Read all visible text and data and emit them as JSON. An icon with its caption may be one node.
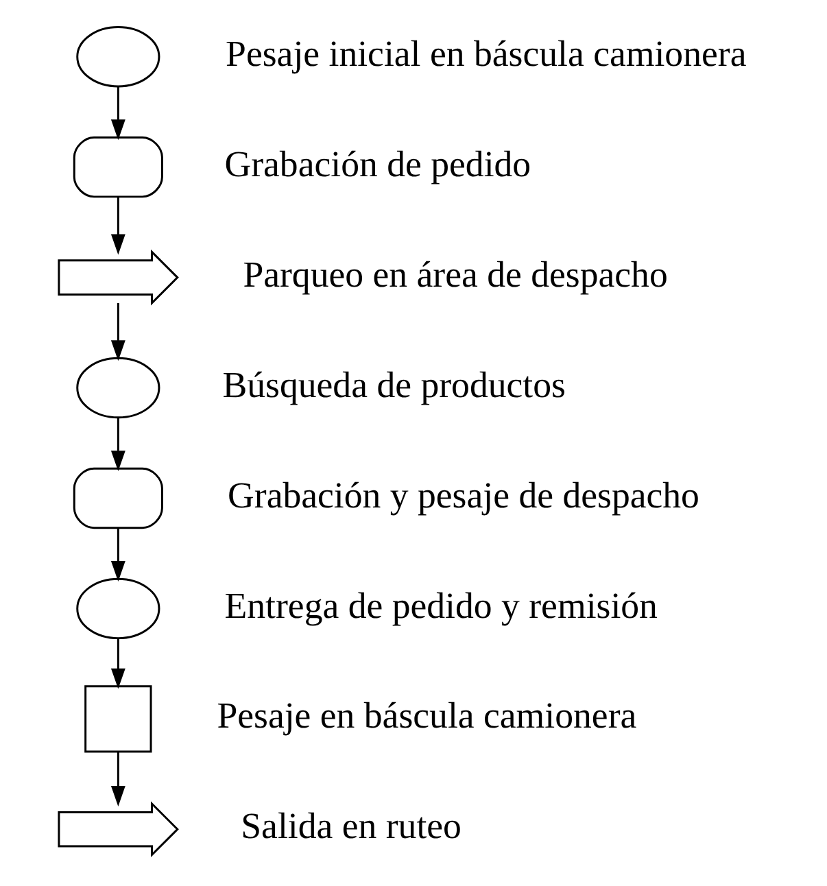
{
  "diagram": {
    "nodes": [
      {
        "text": [],
        "shape": "circle",
        "beside": [
          "Pesaje inicial en báscula camionera"
        ]
      },
      {
        "text": [],
        "shape": "semicircle",
        "beside": [
          "Grabación de pedido"
        ]
      },
      {
        "text": [],
        "shape": "arrow",
        "beside": [
          "Parqueo en área de despacho"
        ]
      },
      {
        "text": [],
        "shape": "circle",
        "beside": [
          "Búsqueda de productos"
        ]
      },
      {
        "text": [],
        "shape": "semicircle",
        "beside": [
          "Grabación y pesaje de despacho"
        ]
      },
      {
        "text": [],
        "shape": "circle",
        "beside": [
          "Entrega de pedido y remisión"
        ]
      },
      {
        "text": [],
        "shape": "box",
        "beside": [
          "Pesaje en báscula camionera"
        ]
      },
      {
        "text": [],
        "shape": "arrow",
        "beside": [
          "Salida en ruteo"
        ]
      }
    ],
    "edges": [
      {
        "from": 0,
        "to": 1,
        "arrow": "to"
      },
      {
        "from": 1,
        "to": 2,
        "arrow": "to"
      },
      {
        "from": 2,
        "to": 3,
        "arrow": "to"
      },
      {
        "from": 3,
        "to": 4,
        "arrow": "to"
      },
      {
        "from": 4,
        "to": 5,
        "arrow": "to"
      },
      {
        "from": 5,
        "to": 6,
        "arrow": "to"
      },
      {
        "from": 6,
        "to": 7,
        "arrow": "to"
      }
    ]
  }
}
